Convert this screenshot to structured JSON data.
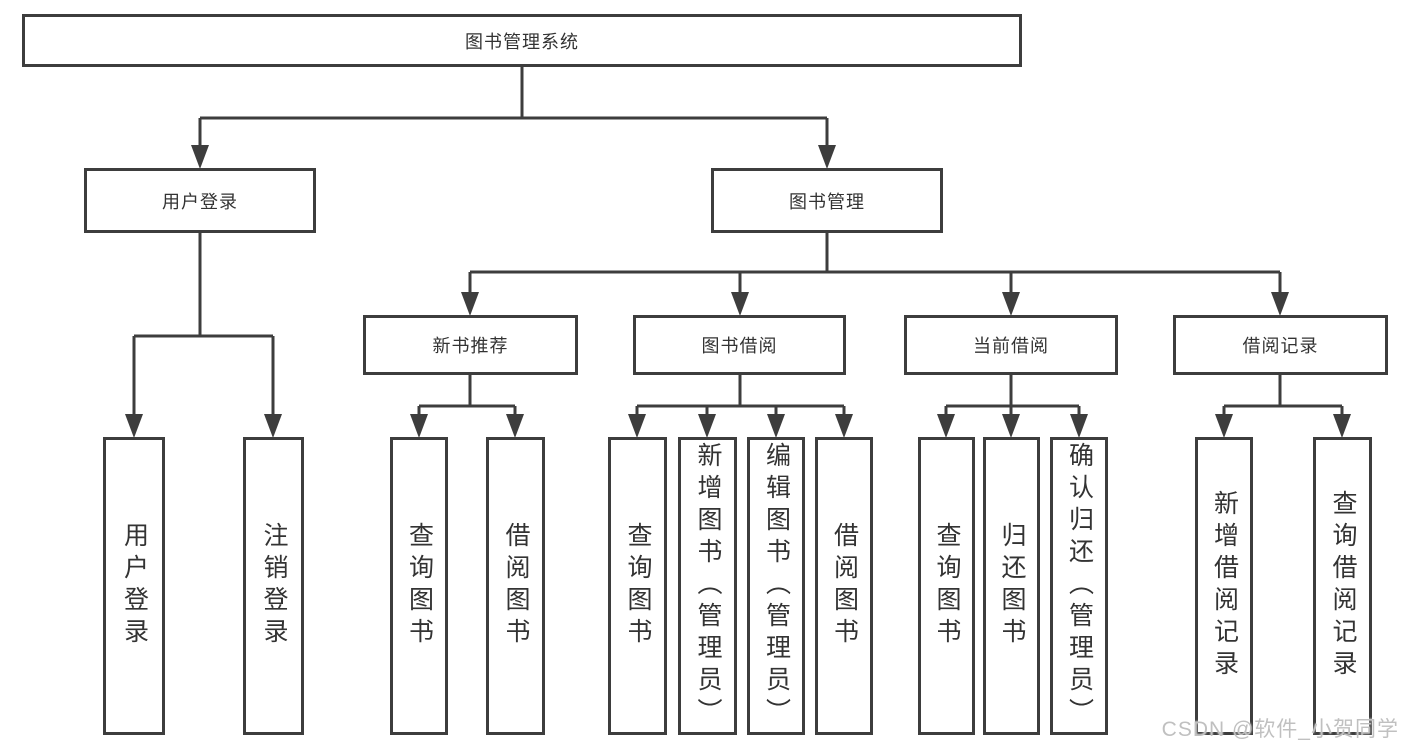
{
  "diagram": {
    "root": {
      "label": "图书管理系统"
    },
    "level2": [
      {
        "label": "用户登录"
      },
      {
        "label": "图书管理"
      }
    ],
    "level3": [
      {
        "label": "新书推荐"
      },
      {
        "label": "图书借阅"
      },
      {
        "label": "当前借阅"
      },
      {
        "label": "借阅记录"
      }
    ],
    "leaves": [
      {
        "label": "用户登录",
        "parent": "用户登录"
      },
      {
        "label": "注销登录",
        "parent": "用户登录"
      },
      {
        "label": "查询图书",
        "parent": "新书推荐"
      },
      {
        "label": "借阅图书",
        "parent": "新书推荐"
      },
      {
        "label": "查询图书",
        "parent": "图书借阅"
      },
      {
        "label": "新增图书（管理员）",
        "parent": "图书借阅"
      },
      {
        "label": "编辑图书（管理员）",
        "parent": "图书借阅"
      },
      {
        "label": "借阅图书",
        "parent": "图书借阅"
      },
      {
        "label": "查询图书",
        "parent": "当前借阅"
      },
      {
        "label": "归还图书",
        "parent": "当前借阅"
      },
      {
        "label": "确认归还（管理员）",
        "parent": "当前借阅"
      },
      {
        "label": "新增借阅记录",
        "parent": "借阅记录"
      },
      {
        "label": "查询借阅记录",
        "parent": "借阅记录"
      }
    ],
    "watermark": "CSDN @软件_小贺同学",
    "colors": {
      "line": "#3d3d3d",
      "text": "#333333",
      "watermark": "#c0c0c0",
      "background": "#ffffff"
    }
  }
}
